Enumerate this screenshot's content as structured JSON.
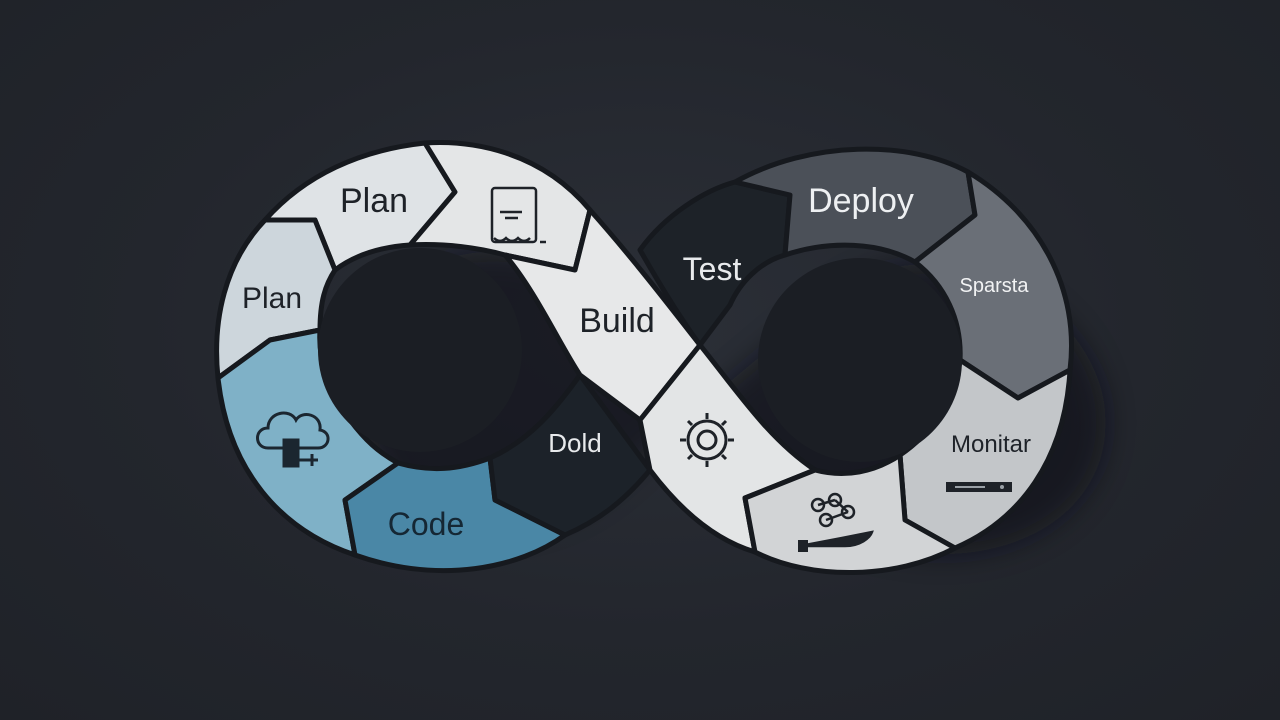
{
  "diagram": {
    "segments": [
      {
        "id": "plan-top",
        "label": "Plan",
        "color": "#dfe3e6"
      },
      {
        "id": "plan-left",
        "label": "Plan",
        "color": "#cdd6dc"
      },
      {
        "id": "cloud",
        "label": "",
        "color": "#7fb1c7",
        "icon": "cloud-server-icon"
      },
      {
        "id": "code",
        "label": "Code",
        "color": "#4a87a6"
      },
      {
        "id": "dold",
        "label": "Dold",
        "color": "#1c2229"
      },
      {
        "id": "document",
        "label": "",
        "color": "#e4e6e7",
        "icon": "document-icon"
      },
      {
        "id": "build",
        "label": "Build",
        "color": "#e7e8e9"
      },
      {
        "id": "gear",
        "label": "",
        "color": "#e3e5e6",
        "icon": "gear-icon"
      },
      {
        "id": "test",
        "label": "Test",
        "color": "#1d2228"
      },
      {
        "id": "deploy",
        "label": "Deploy",
        "color": "#4b5058"
      },
      {
        "id": "sparsta",
        "label": "Sparsta",
        "color": "#6a6f77"
      },
      {
        "id": "monitor",
        "label": "Monitar",
        "color": "#c3c6c9",
        "icon": "server-bar-icon"
      },
      {
        "id": "hand",
        "label": "",
        "color": "#d2d4d6",
        "icon": "hand-network-icon"
      }
    ],
    "colors": {
      "background": "#23262d",
      "outline": "#16191e",
      "hole": "#1b1e24"
    }
  }
}
